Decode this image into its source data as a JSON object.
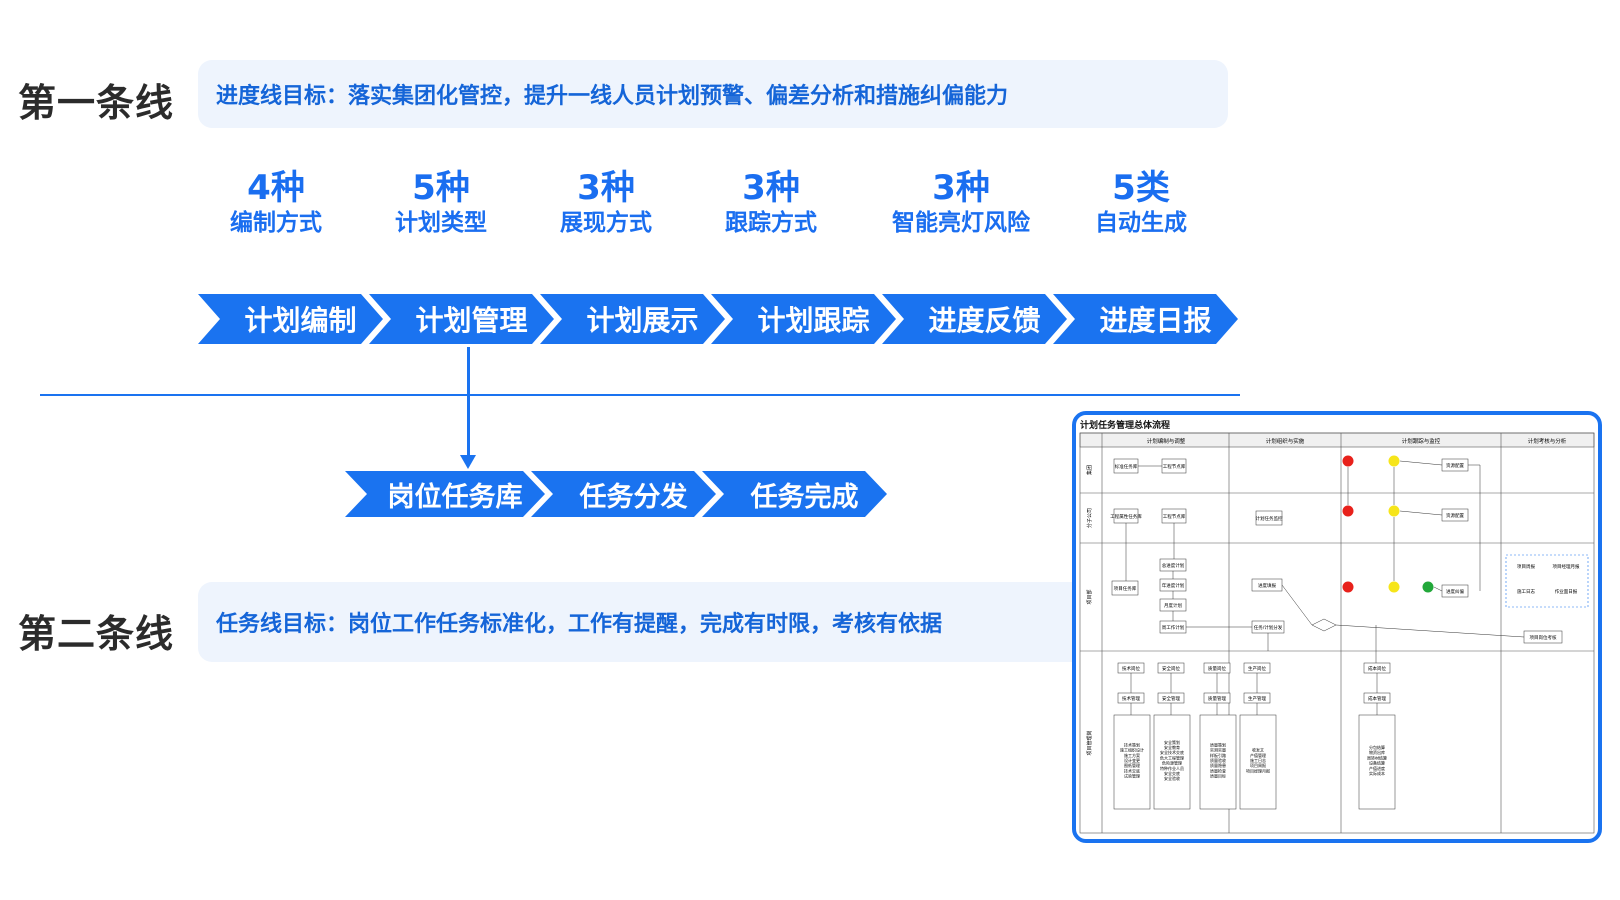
{
  "line1": {
    "title": "第一条线",
    "goal": "进度线目标：落实集团化管控，提升一线人员计划预警、偏差分析和措施纠偏能力",
    "stats": [
      {
        "num": "4种",
        "label": "编制方式"
      },
      {
        "num": "5种",
        "label": "计划类型"
      },
      {
        "num": "3种",
        "label": "展现方式"
      },
      {
        "num": "3种",
        "label": "跟踪方式"
      },
      {
        "num": "3种",
        "label": "智能亮灯风险"
      },
      {
        "num": "5类",
        "label": "自动生成"
      }
    ],
    "steps": [
      "计划编制",
      "计划管理",
      "计划展示",
      "计划跟踪",
      "进度反馈",
      "进度日报"
    ]
  },
  "line2": {
    "title": "第二条线",
    "goal": "任务线目标：岗位工作任务标准化，工作有提醒，完成有时限，考核有依据",
    "steps": [
      "岗位任务库",
      "任务分发",
      "任务完成"
    ]
  },
  "flowchart": {
    "title": "计划任务管理总体流程",
    "columns": [
      "计划编制与调整",
      "计划组织与实施",
      "计划跟踪与监控",
      "计划考核与分析"
    ],
    "rows": [
      "集团",
      "分子公司",
      "项目部",
      "项目管理岗"
    ],
    "nodes": {
      "standard_lib": "标准任务库",
      "eng_node_lib_1": "工程节点库",
      "eng_attr_lib": "工程属性任务库",
      "eng_node_lib_2": "工程节点库",
      "plan_monitor": "计划任务监控",
      "project_lib": "项目任务库",
      "overall_plan": "总进度计划",
      "annual_plan": "年进度计划",
      "monthly_plan": "月度计划",
      "weekly_plan": "周工作计划",
      "progress_fill": "进度填报",
      "task_dispatch": "任务/计划分发",
      "resource_1": "资源配置",
      "resource_2": "资源配置",
      "progress_warn": "进度纠偏",
      "project_weekly": "项目周报",
      "pm_monthly": "项目经理月报",
      "site_log": "施工日志",
      "work_daily": "作业面日报",
      "post_assess": "项目岗位考核",
      "posts": [
        "技术岗位",
        "安全岗位",
        "质量岗位",
        "生产岗位",
        "成本岗位"
      ],
      "mgmt": [
        "技术管理",
        "安全管理",
        "质量管理",
        "生产管理",
        "成本管理"
      ],
      "tasks": [
        "技术策划\n施工组织设计\n施工方案\n设计变更\n图纸管理\n技术交底\n试验管理",
        "安全策划\n安全教育\n安全技术交底\n危大工程管理\n危险源管理\n特种作业人员\n安全交底\n安全验收",
        "质量策划\n实测实量\n样板引路\n质量验收\n质量隐患\n质量检查\n质量目标",
        "收发文\n产值管理\n施工日志\n项目周报\n项目经理月报",
        "分包结算\n物资出库\n周转材结算\n设备结算\n产值进度\n实际成本"
      ]
    }
  },
  "colors": {
    "accent": "#1a73f0",
    "goal_bg": "#eef4fd",
    "red": "#e8211b",
    "yellow": "#f6e51a",
    "green": "#22a83a"
  }
}
